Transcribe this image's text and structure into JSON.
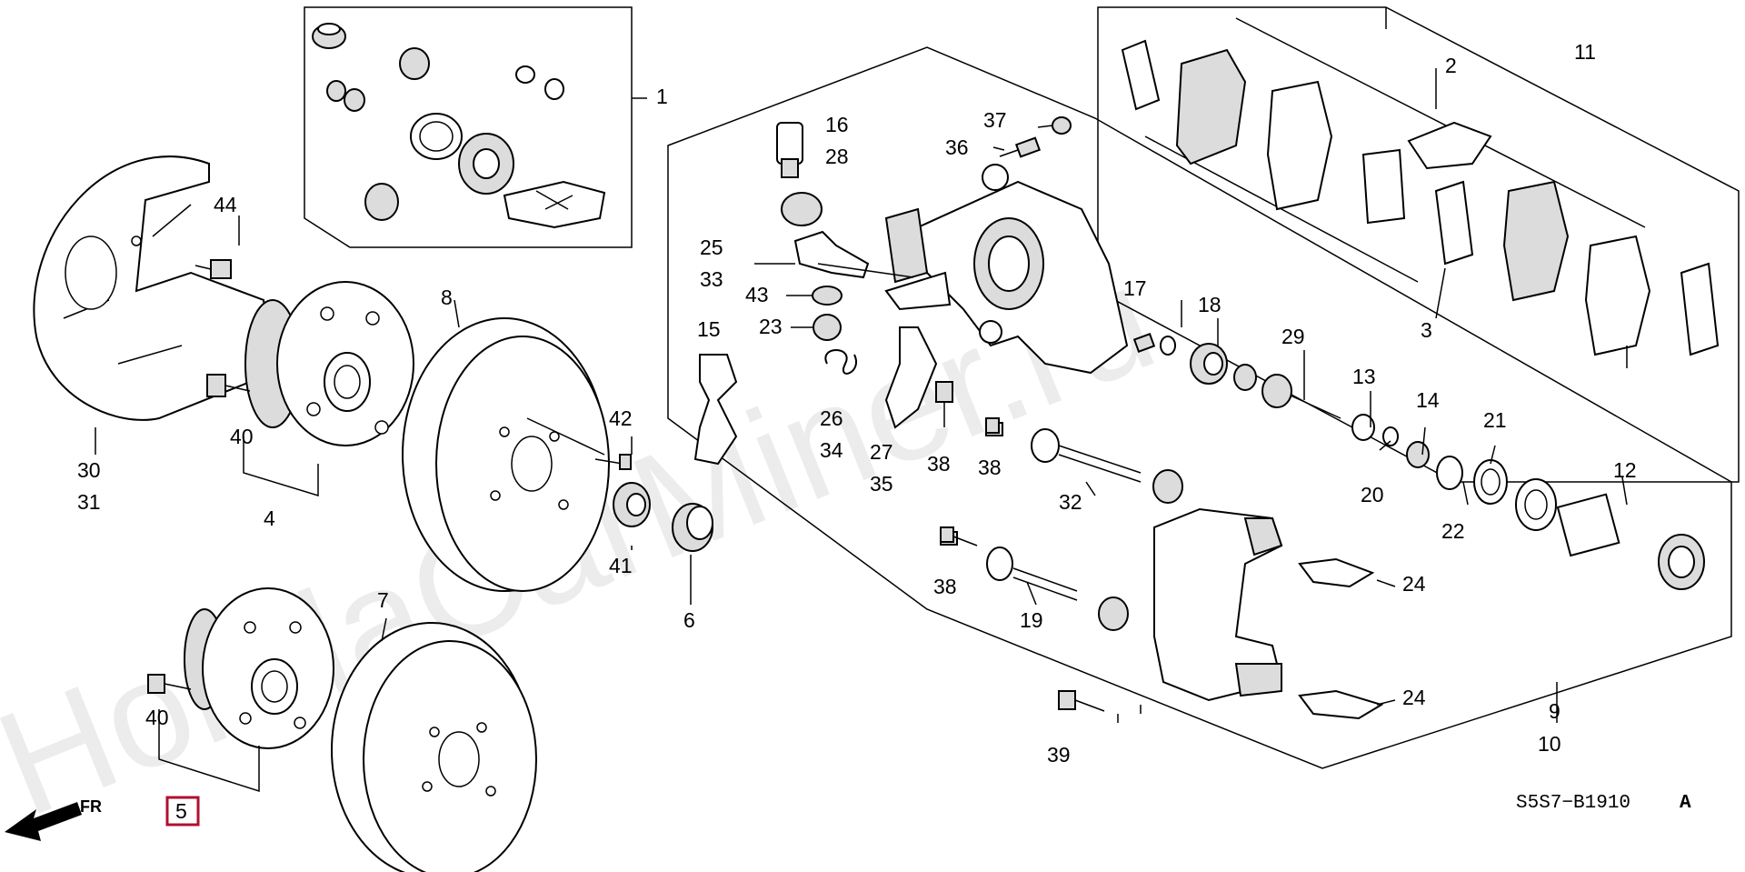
{
  "watermark": "HondaCarMiner.ru",
  "diagram_code": "S5S7−B1910",
  "diagram_revision": "A",
  "direction_label": "FR",
  "highlighted_callout": "5",
  "colors": {
    "highlight": "#b01030",
    "line": "#000000",
    "watermark": "#ececec"
  },
  "callouts": {
    "c1": "1",
    "c2": "2",
    "c3": "3",
    "c4": "4",
    "c5": "5",
    "c6": "6",
    "c7": "7",
    "c8": "8",
    "c9": "9",
    "c10": "10",
    "c11": "11",
    "c12": "12",
    "c13": "13",
    "c14": "14",
    "c15": "15",
    "c16": "16",
    "c17": "17",
    "c18": "18",
    "c19": "19",
    "c20": "20",
    "c21": "21",
    "c22": "22",
    "c23": "23",
    "c24a": "24",
    "c24b": "24",
    "c25": "25",
    "c26": "26",
    "c27": "27",
    "c28": "28",
    "c29": "29",
    "c30": "30",
    "c31": "31",
    "c32": "32",
    "c33": "33",
    "c34": "34",
    "c35": "35",
    "c36": "36",
    "c37": "37",
    "c38a": "38",
    "c38b": "38",
    "c38c": "38",
    "c39": "39",
    "c40a": "40",
    "c40b": "40",
    "c41": "41",
    "c42": "42",
    "c43": "43",
    "c44": "44"
  }
}
